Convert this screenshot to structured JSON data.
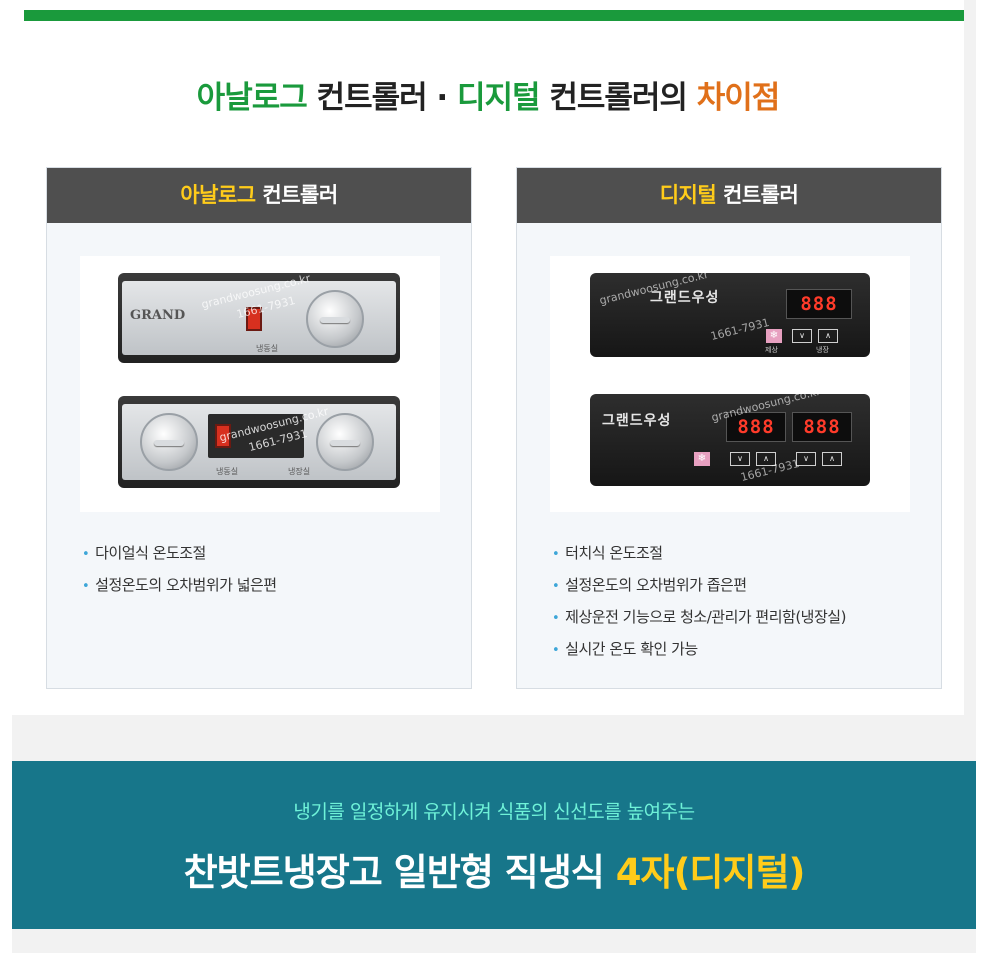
{
  "colors": {
    "accent_green": "#1a9a3c",
    "accent_orange": "#e0701a",
    "accent_yellow": "#ffcc1a",
    "banner_bg": "#17768a",
    "banner_sub": "#6ff2d8",
    "bullet_blue": "#3da6d8"
  },
  "headline": {
    "part1": "아날로그",
    "part2": " 컨트롤러 · ",
    "part3": "디지털",
    "part4": " 컨트롤러의 ",
    "part5": "차이점"
  },
  "cards": {
    "analog": {
      "title_highlight": "아날로그",
      "title_rest": " 컨트롤러",
      "photo": {
        "top_brand": "GRAND",
        "top_label": "냉동실",
        "bottom_label_1": "냉동실",
        "bottom_label_2": "냉장실",
        "watermark_site": "grandwoosung.co.kr",
        "watermark_phone": "1661-7931"
      },
      "bullets": [
        "다이얼식 온도조절",
        "설정온도의 오차범위가 넓은편"
      ]
    },
    "digital": {
      "title_highlight": "디지털",
      "title_rest": " 컨트롤러",
      "photo": {
        "brand": "그랜드우성",
        "display_1": "888",
        "display_2": "888",
        "display_3": "888",
        "btn_down": "∨",
        "btn_up": "∧",
        "defrost_icon": "snowflake-icon",
        "defrost_label": "제상",
        "fridge_label": "냉장",
        "watermark_site": "grandwoosung.co.kr",
        "watermark_phone": "1661-7931"
      },
      "bullets": [
        "터치식 온도조절",
        "설정온도의 오차범위가 좁은편",
        "제상운전 기능으로 청소/관리가 편리함(냉장실)",
        "실시간 온도 확인 가능"
      ]
    }
  },
  "bullet_glyph": "•",
  "banner": {
    "subtitle": "냉기를 일정하게 유지시켜 식품의 신선도를 높여주는",
    "title_main": "찬밧트냉장고 일반형 직냉식 ",
    "title_highlight": "4자(디지털)"
  }
}
